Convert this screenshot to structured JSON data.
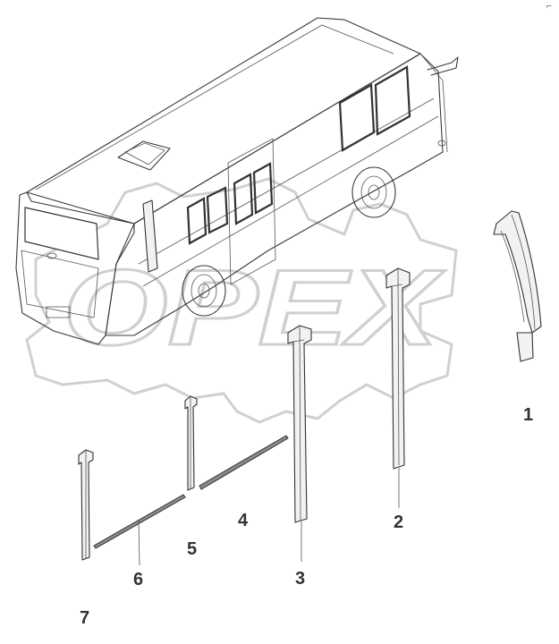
{
  "watermark": {
    "text": "OPEX",
    "color": "#d0d0d0"
  },
  "corner_mark": {
    "text": "⌐"
  },
  "callouts": [
    {
      "id": "1",
      "label": "1"
    },
    {
      "id": "2",
      "label": "2"
    },
    {
      "id": "3",
      "label": "3"
    },
    {
      "id": "4",
      "label": "4"
    },
    {
      "id": "5",
      "label": "5"
    },
    {
      "id": "6",
      "label": "6"
    },
    {
      "id": "7",
      "label": "7"
    }
  ],
  "colors": {
    "line": "#3a3a3a",
    "panel_fill": "#f2f2f2",
    "callout_text": "#333333"
  }
}
